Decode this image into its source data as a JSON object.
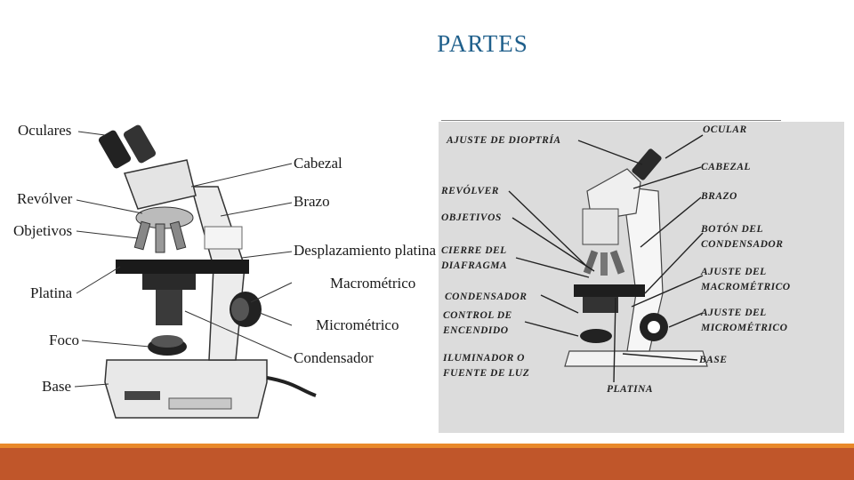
{
  "slide": {
    "title": "PARTES"
  },
  "left_diagram": {
    "labels": [
      {
        "id": "oculares",
        "text": "Oculares"
      },
      {
        "id": "revolver",
        "text": "Revólver"
      },
      {
        "id": "objetivos",
        "text": "Objetivos"
      },
      {
        "id": "platina",
        "text": "Platina"
      },
      {
        "id": "foco",
        "text": "Foco"
      },
      {
        "id": "base",
        "text": "Base"
      },
      {
        "id": "cabezal",
        "text": "Cabezal"
      },
      {
        "id": "brazo",
        "text": "Brazo"
      },
      {
        "id": "desplazamiento",
        "text": "Desplazamiento platina"
      },
      {
        "id": "macrometrico",
        "text": "Macrométrico"
      },
      {
        "id": "micrometrico",
        "text": "Micrométrico"
      },
      {
        "id": "condensador",
        "text": "Condensador"
      }
    ]
  },
  "right_diagram": {
    "labels": [
      {
        "id": "ajuste-dioptria",
        "text": "AJUSTE DE DIOPTRÍA"
      },
      {
        "id": "revolver",
        "text": "REVÓLVER"
      },
      {
        "id": "objetivos",
        "text": "OBJETIVOS"
      },
      {
        "id": "cierre-diafragma",
        "text": "CIERRE DEL DIAFRAGMA"
      },
      {
        "id": "condensador",
        "text": "CONDENSADOR"
      },
      {
        "id": "control-encendido",
        "text": "CONTROL DE ENCENDIDO"
      },
      {
        "id": "iluminador",
        "text": "ILUMINADOR O FUENTE DE LUZ"
      },
      {
        "id": "ocular",
        "text": "OCULAR"
      },
      {
        "id": "cabezal",
        "text": "CABEZAL"
      },
      {
        "id": "brazo",
        "text": "BRAZO"
      },
      {
        "id": "boton-condensador",
        "text": "BOTÓN DEL CONDENSADOR"
      },
      {
        "id": "ajuste-macrometrico",
        "text": "AJUSTE DEL MACROMÉTRICO"
      },
      {
        "id": "ajuste-micrometrico",
        "text": "AJUSTE DEL MICROMÉTRICO"
      },
      {
        "id": "base",
        "text": "BASE"
      },
      {
        "id": "platina",
        "text": "PLATINA"
      }
    ]
  },
  "colors": {
    "title": "#1f5f8b",
    "footer_thin": "#e9892a",
    "footer_thick": "#c0562a",
    "right_panel_bg": "#dcdcdc"
  }
}
